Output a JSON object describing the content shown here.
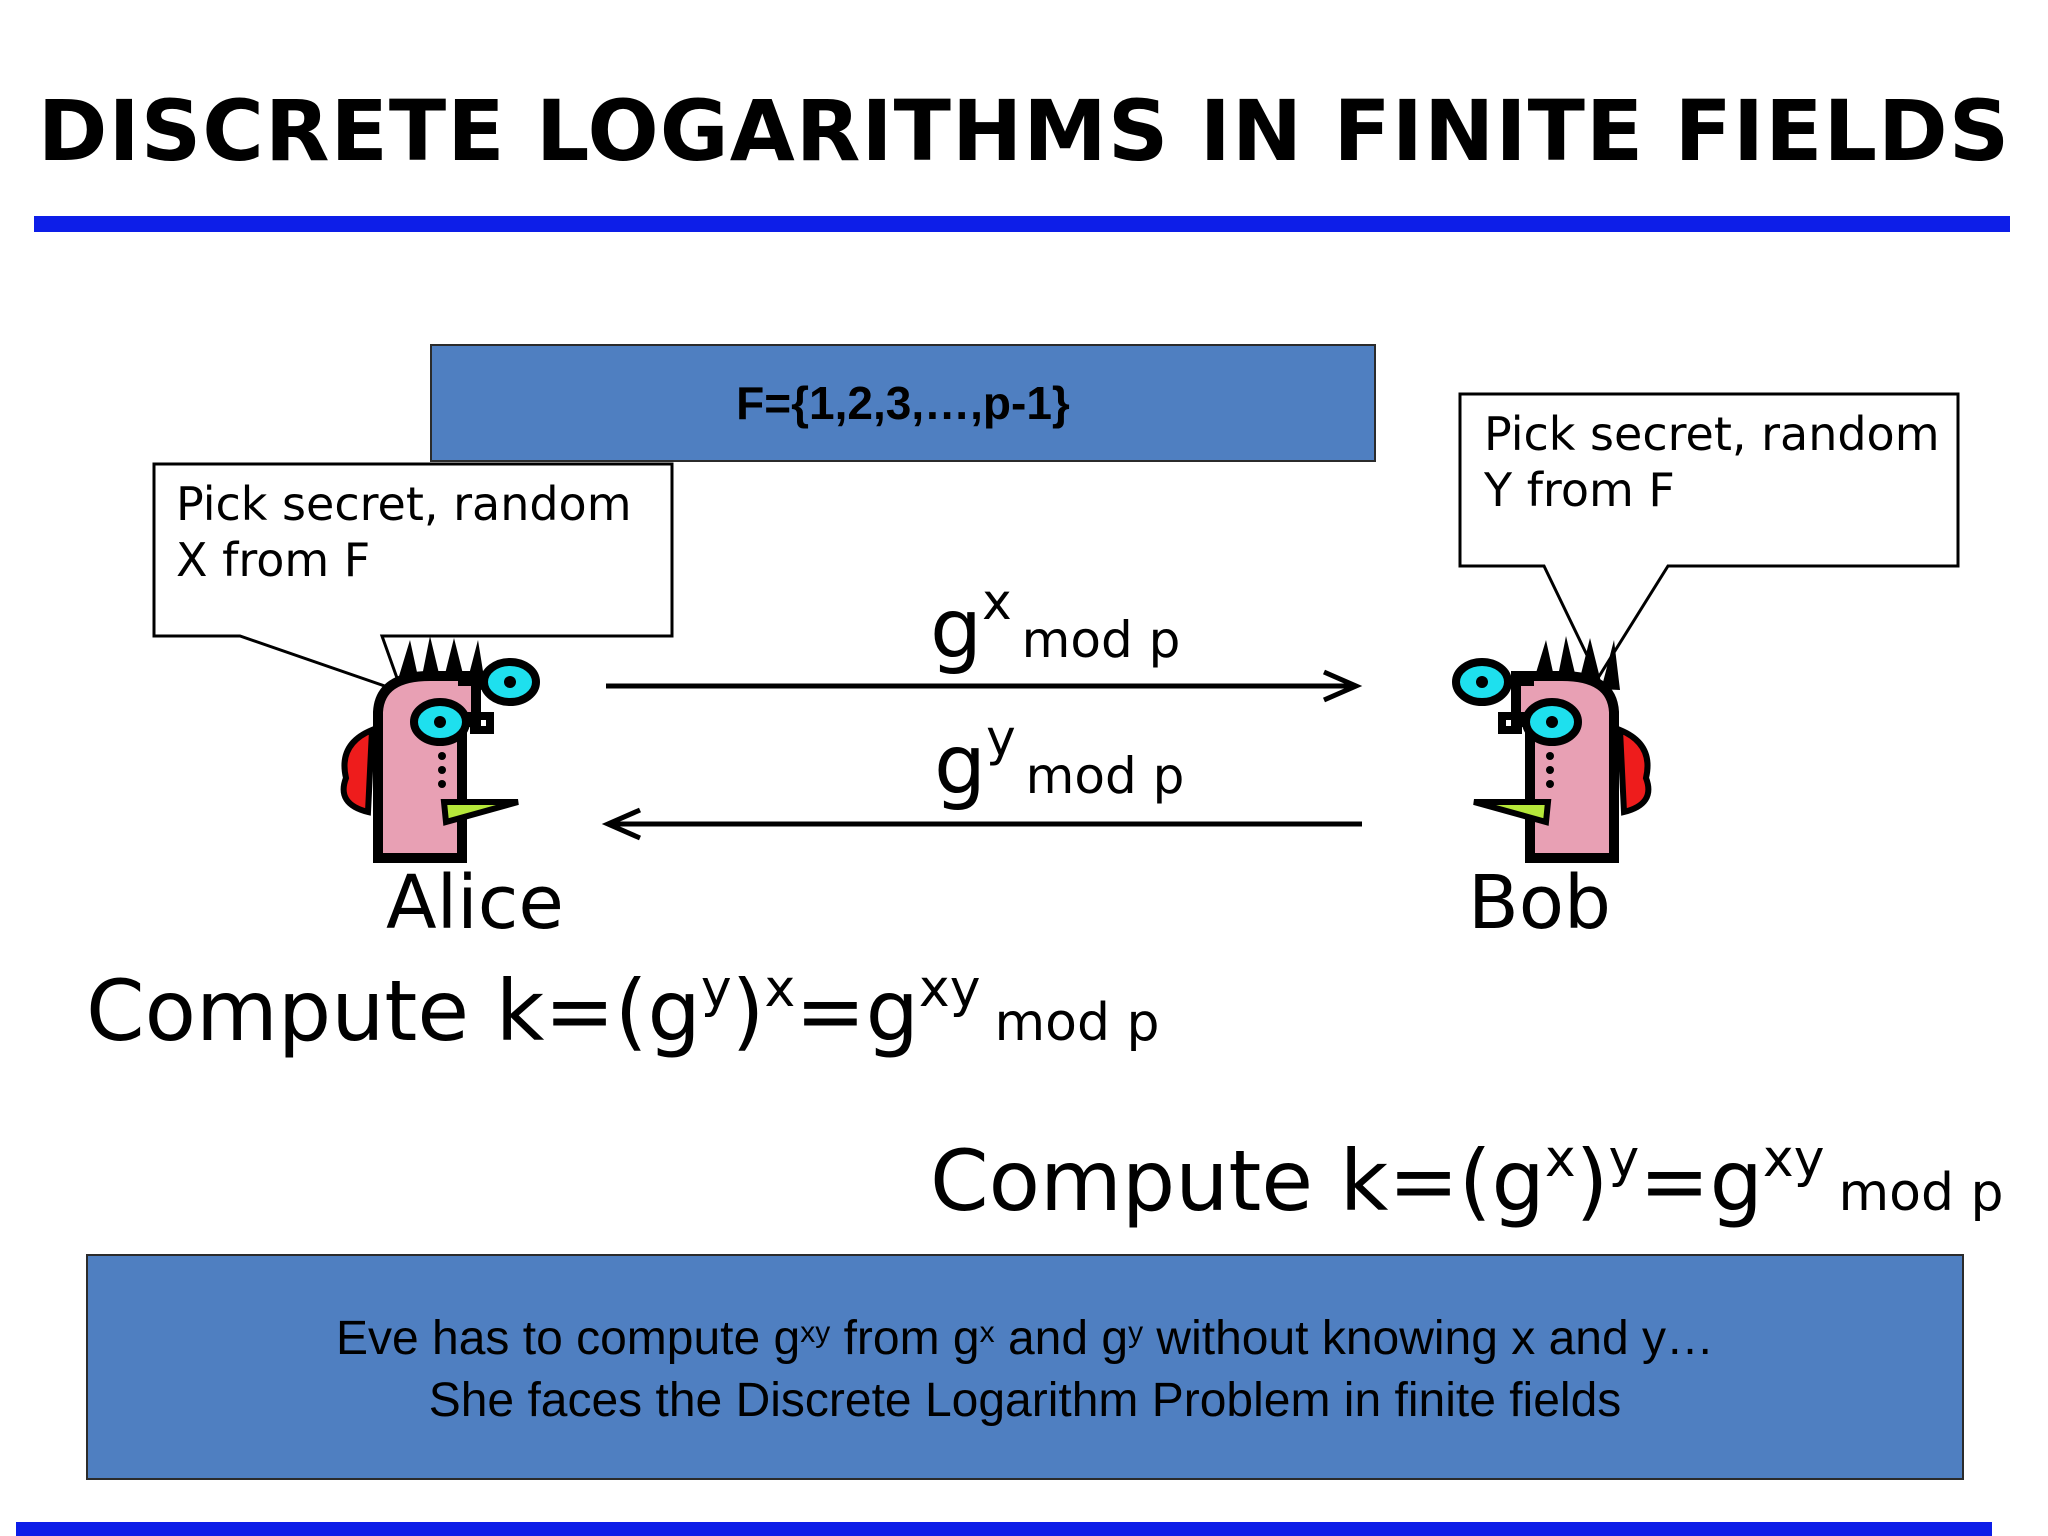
{
  "title": "DISCRETE LOGARITHMS IN FINITE FIELDS",
  "field_box": "F={1,2,3,…,p-1}",
  "alice": {
    "callout_line1": "Pick secret, random",
    "callout_line2": "X from F",
    "name": "Alice",
    "compute": {
      "prefix": "Compute k=(g",
      "sup1": "y",
      "mid": ")",
      "sup2": "x",
      "eq": "=g",
      "sup3": "xy",
      "suffix": "mod p"
    }
  },
  "bob": {
    "callout_line1": "Pick secret, random",
    "callout_line2": "Y from F",
    "name": "Bob",
    "compute": {
      "prefix": "Compute k=(g",
      "sup1": "x",
      "mid": ")",
      "sup2": "y",
      "eq": "=g",
      "sup3": "xy",
      "suffix": "mod p"
    }
  },
  "messages": {
    "to_bob": {
      "base": "g",
      "exp": "x",
      "mod": "mod p"
    },
    "to_alice": {
      "base": "g",
      "exp": "y",
      "mod": "mod p"
    }
  },
  "eve": {
    "l1_a": "Eve has to compute g",
    "l1_sup1": "xy",
    "l1_b": " from g",
    "l1_sup2": "x",
    "l1_c": " and g",
    "l1_sup3": "y",
    "l1_d": " without knowing x and y…",
    "line2": "She faces the Discrete Logarithm Problem in finite fields"
  },
  "colors": {
    "rule": "#0d1ee8",
    "box_fill": "#4f7fc1",
    "skin": "#e8a0b4",
    "eye": "#1ee0ee",
    "ear": "#ee1c1c",
    "mouth": "#b6e83a"
  }
}
